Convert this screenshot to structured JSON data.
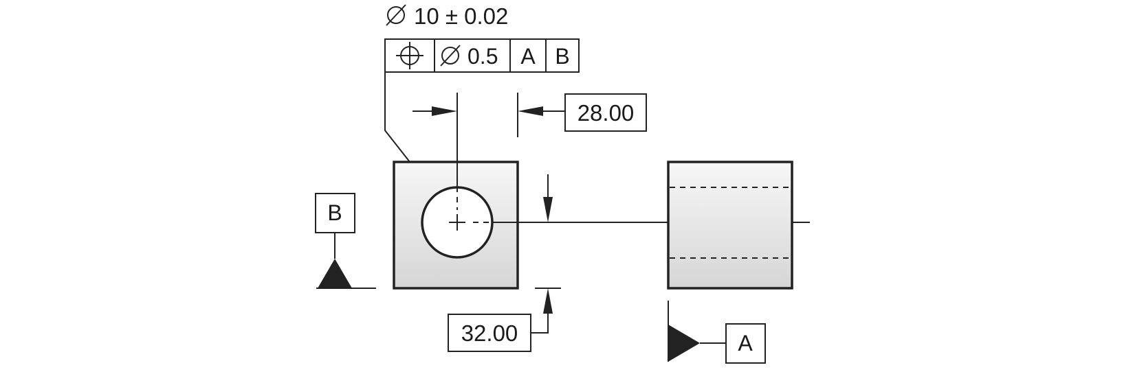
{
  "hole_size_callout": {
    "symbol": "⌀",
    "text": "10 ± 0.02"
  },
  "feature_control_frame": {
    "characteristic_icon": "position-icon",
    "tolerance_symbol": "⌀",
    "tolerance": "0.5",
    "datum_primary": "A",
    "datum_secondary": "B"
  },
  "dimensions": {
    "horizontal": "28.00",
    "vertical": "32.00"
  },
  "datums": {
    "left": "B",
    "bottom": "A"
  },
  "colors": {
    "line": "#222222",
    "fill_top": "#f7f7f7",
    "fill_bottom": "#d6d6d6"
  }
}
